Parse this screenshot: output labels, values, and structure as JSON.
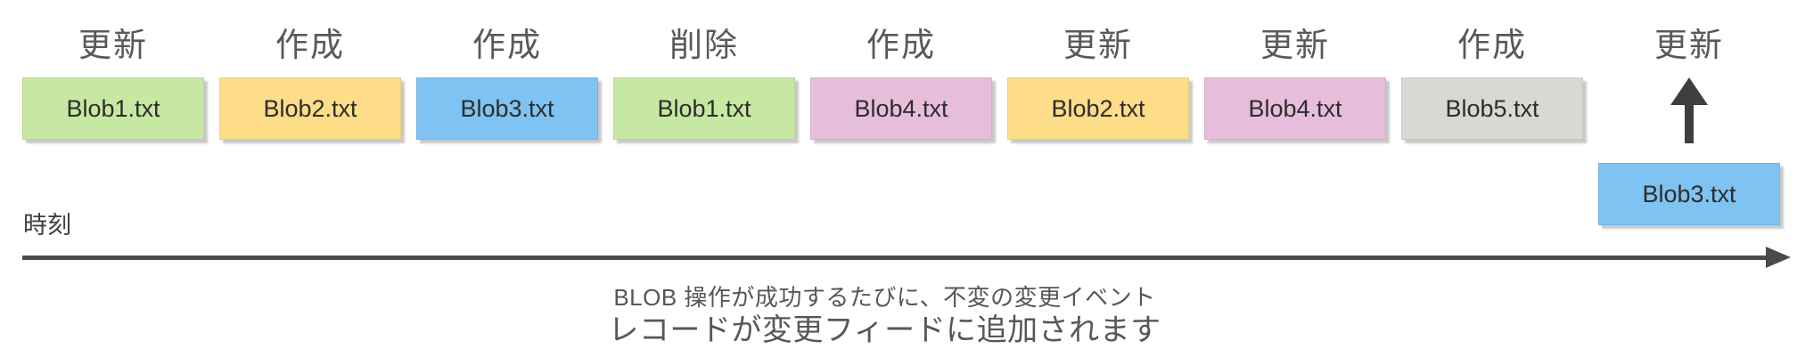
{
  "diagram": {
    "events": [
      {
        "operation": "更新",
        "file": "Blob1.txt",
        "color": "#c7e8a2"
      },
      {
        "operation": "作成",
        "file": "Blob2.txt",
        "color": "#fedd89"
      },
      {
        "operation": "作成",
        "file": "Blob3.txt",
        "color": "#7ec3f1"
      },
      {
        "operation": "削除",
        "file": "Blob1.txt",
        "color": "#c7e8a2"
      },
      {
        "operation": "作成",
        "file": "Blob4.txt",
        "color": "#e6bdda"
      },
      {
        "operation": "更新",
        "file": "Blob2.txt",
        "color": "#fedd89"
      },
      {
        "operation": "更新",
        "file": "Blob4.txt",
        "color": "#e6bdda"
      },
      {
        "operation": "作成",
        "file": "Blob5.txt",
        "color": "#d8d8d5"
      },
      {
        "operation": "更新",
        "file": "Blob3.txt",
        "color": "#7ec3f1"
      }
    ],
    "palette": {
      "green": "#c7e8a2",
      "yellow": "#fedd89",
      "blue": "#7ec3f1",
      "pink": "#e6bdda",
      "gray": "#d8d8d5",
      "arrow": "#4a4a4a",
      "label_text": "#595959",
      "box_text": "#2d2d2d"
    },
    "timeline_label": "時刻",
    "caption": {
      "line1": "BLOB 操作が成功するたびに、不変の変更イベント",
      "line2": "レコードが変更フィードに追加されます"
    }
  }
}
